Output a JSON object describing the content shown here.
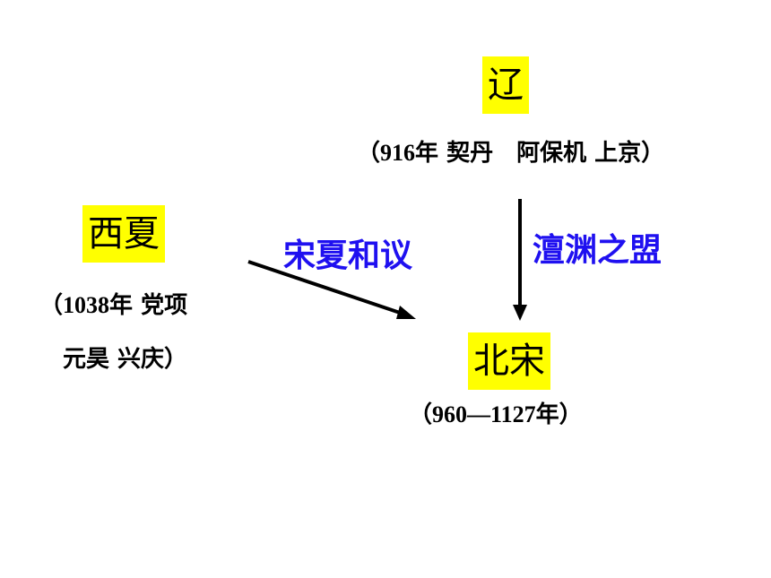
{
  "colors": {
    "highlight": "#ffff00",
    "relation_text": "#1f10f0",
    "text": "#000000"
  },
  "liao": {
    "name": "辽",
    "note_open": "（",
    "note_year": "916",
    "note_rest": "年 契丹　阿保机 上京",
    "note_close": "）"
  },
  "xixia": {
    "name": "西夏",
    "note_open": "（",
    "note_year": "1038",
    "note_line1_rest": "年 党项",
    "note_line2": "元昊 兴庆）"
  },
  "beisong": {
    "name": "北宋",
    "note_open": "（",
    "note_years": "960—1127",
    "note_rest": "年",
    "note_close": "）"
  },
  "relations": {
    "song_xia": "宋夏和议",
    "chanyuan": "澶渊之盟"
  }
}
